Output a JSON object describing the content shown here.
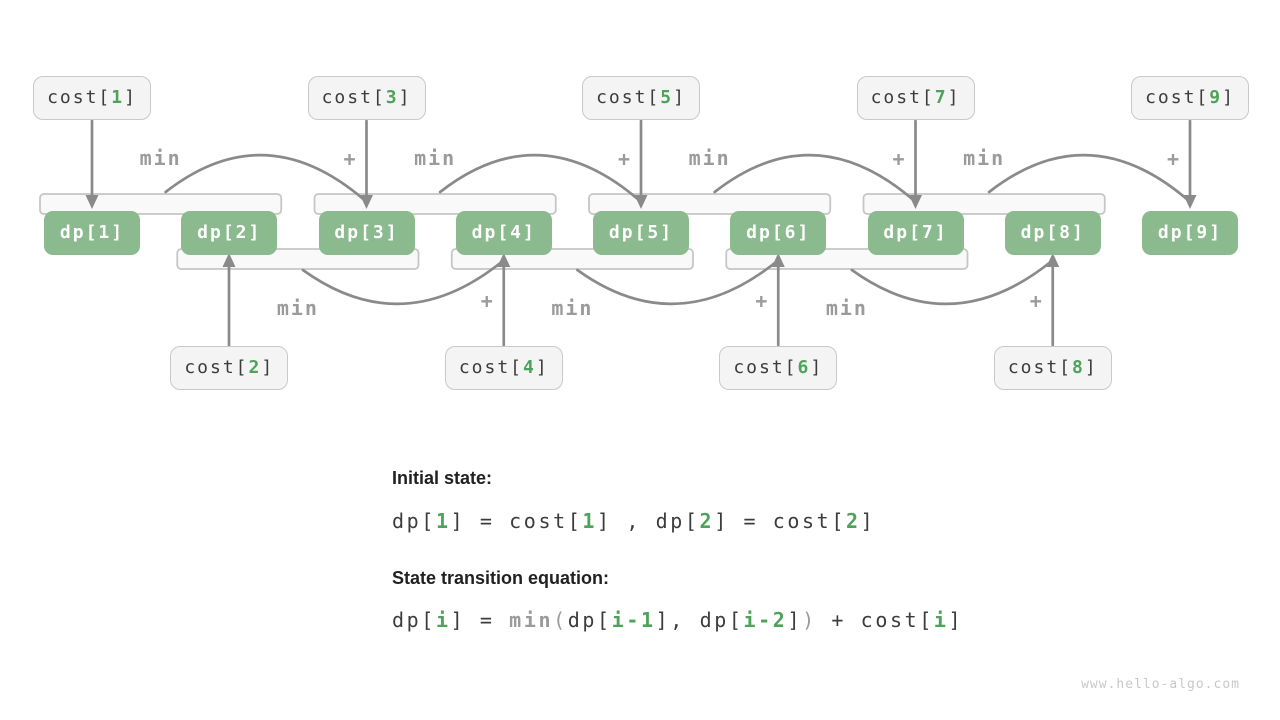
{
  "diagram": {
    "dp_boxes": [
      {
        "prefix": "dp[",
        "num": "1",
        "suffix": "]"
      },
      {
        "prefix": "dp[",
        "num": "2",
        "suffix": "]"
      },
      {
        "prefix": "dp[",
        "num": "3",
        "suffix": "]"
      },
      {
        "prefix": "dp[",
        "num": "4",
        "suffix": "]"
      },
      {
        "prefix": "dp[",
        "num": "5",
        "suffix": "]"
      },
      {
        "prefix": "dp[",
        "num": "6",
        "suffix": "]"
      },
      {
        "prefix": "dp[",
        "num": "7",
        "suffix": "]"
      },
      {
        "prefix": "dp[",
        "num": "8",
        "suffix": "]"
      },
      {
        "prefix": "dp[",
        "num": "9",
        "suffix": "]"
      }
    ],
    "cost_boxes": [
      {
        "prefix": "cost[",
        "num": "1",
        "suffix": "]"
      },
      {
        "prefix": "cost[",
        "num": "2",
        "suffix": "]"
      },
      {
        "prefix": "cost[",
        "num": "3",
        "suffix": "]"
      },
      {
        "prefix": "cost[",
        "num": "4",
        "suffix": "]"
      },
      {
        "prefix": "cost[",
        "num": "5",
        "suffix": "]"
      },
      {
        "prefix": "cost[",
        "num": "6",
        "suffix": "]"
      },
      {
        "prefix": "cost[",
        "num": "7",
        "suffix": "]"
      },
      {
        "prefix": "cost[",
        "num": "8",
        "suffix": "]"
      },
      {
        "prefix": "cost[",
        "num": "9",
        "suffix": "]"
      }
    ],
    "transition_min_label": "min",
    "transition_plus_label": "+"
  },
  "notes": {
    "initial_title": "Initial state:",
    "initial_code": [
      {
        "t": "dp[",
        "c": "dark"
      },
      {
        "t": "1",
        "c": "green"
      },
      {
        "t": "] = cost[",
        "c": "dark"
      },
      {
        "t": "1",
        "c": "green"
      },
      {
        "t": "] , dp[",
        "c": "dark"
      },
      {
        "t": "2",
        "c": "green"
      },
      {
        "t": "] = cost[",
        "c": "dark"
      },
      {
        "t": "2",
        "c": "green"
      },
      {
        "t": "]",
        "c": "dark"
      }
    ],
    "transition_title": "State transition equation:",
    "transition_code": [
      {
        "t": "dp[",
        "c": "dark"
      },
      {
        "t": "i",
        "c": "green"
      },
      {
        "t": "] = ",
        "c": "dark"
      },
      {
        "t": "min",
        "c": "graybold"
      },
      {
        "t": "(",
        "c": "gray"
      },
      {
        "t": "dp[",
        "c": "dark"
      },
      {
        "t": "i-1",
        "c": "green"
      },
      {
        "t": "], dp[",
        "c": "dark"
      },
      {
        "t": "i-2",
        "c": "green"
      },
      {
        "t": "]",
        "c": "dark"
      },
      {
        "t": ")",
        "c": "gray"
      },
      {
        "t": " + cost[",
        "c": "dark"
      },
      {
        "t": "i",
        "c": "green"
      },
      {
        "t": "]",
        "c": "dark"
      }
    ]
  },
  "watermark": "www.hello-algo.com",
  "colors": {
    "dp_box_fill": "#8aba8d",
    "dp_box_text": "#ffffff",
    "cost_box_fill": "#f4f4f4",
    "cost_box_border": "#c9c9c9",
    "number_green": "#4ea35a",
    "dark_text": "#3c3c3c",
    "heading_text": "#212121",
    "arrow_gray": "#8a8a8a",
    "label_gray": "#9b9b9b",
    "bracket_fill": "#f9f9f9",
    "bracket_border": "#c6c6c6",
    "watermark_gray": "#c8c8c8",
    "background": "#ffffff"
  }
}
